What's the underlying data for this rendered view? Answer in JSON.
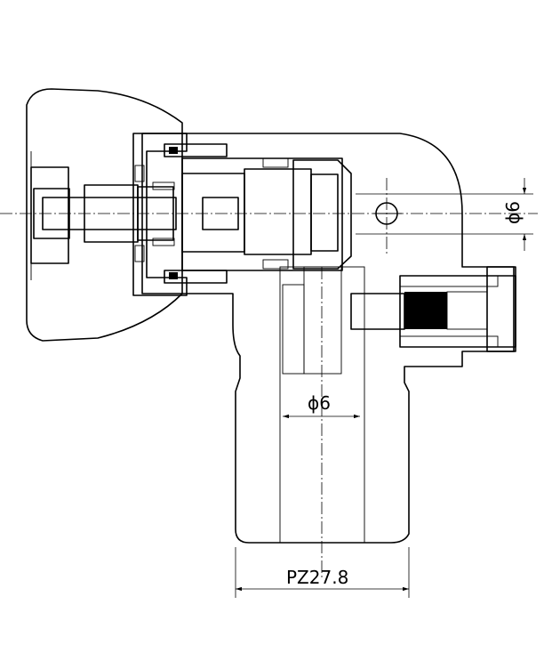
{
  "dimensions": {
    "bore_diameter_vertical": "ϕ6",
    "bore_diameter_side": "ϕ6",
    "thread_size": "PZ27.8"
  }
}
